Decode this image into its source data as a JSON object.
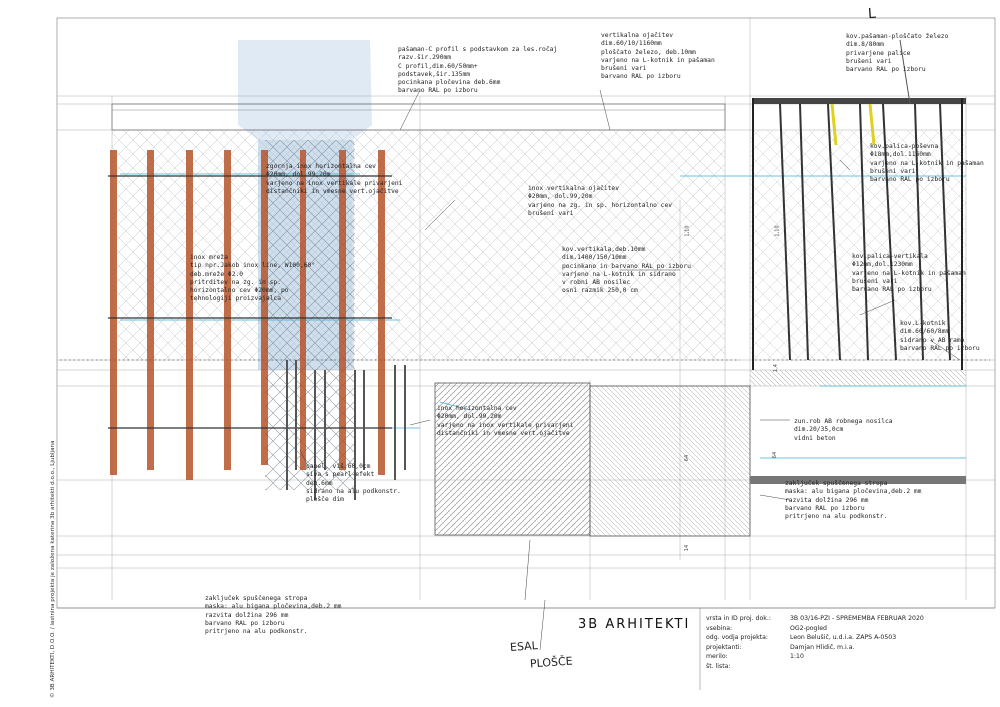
{
  "notes": [
    {
      "id": "pasaman-c-profil",
      "lines": [
        "pašaman-C profil s podstavkom za les.ročaj",
        "razv.šir.290mm",
        "C profil,dim.60/50mm+",
        "podstavek,šir.135mm",
        "pocinkana pločevina deb.6mm",
        "barvano RAL po izboru"
      ]
    },
    {
      "id": "vertikalna-ojacitev",
      "lines": [
        "vertikalna ojačitev",
        "dim.60/10/1160mm",
        "ploščato železo, deb.10mm",
        "varjeno na L-kotnik in pašaman",
        "brušeni vari",
        "barvano RAL po izboru"
      ]
    },
    {
      "id": "kov-pasaman-plosc",
      "lines": [
        "kov.pašaman-ploščato železo",
        "dim.8/80mm",
        "privarjene palice",
        "brušeni vari",
        "barvano RAL po izboru"
      ]
    },
    {
      "id": "zgornja-inox-cev",
      "lines": [
        "zgornja inox horizontalna cev",
        "Φ20mm, dol.99,20m",
        "varjeno na inox vertikale privarjeni",
        "distančniki in vmesne vert.ojačitve"
      ]
    },
    {
      "id": "inox-vert-ojacitev",
      "lines": [
        "inox vertikalna ojačitev",
        "Φ20mm, dol.99,20m",
        "varjeno na zg. in sp. horizontalno cev",
        "brušeni vari"
      ]
    },
    {
      "id": "kov-palica-posevna",
      "lines": [
        "kov.palica-poševna",
        "Φ18mm,dol.1160mm",
        "varjeno na L-kotnik in pašaman",
        "brušeni vari",
        "barvano RAL po izboru"
      ]
    },
    {
      "id": "inox-mreza",
      "lines": [
        "inox mreža",
        "tip npr.Jakob inox line, W100,60°",
        "deb.mreže Φ2.0",
        "pritrditev na zg. in sp.",
        "horizontalno cev Φ20mm, po",
        "tehnologiji proizvajalca"
      ]
    },
    {
      "id": "kov-vertikala",
      "lines": [
        "kov.vertikala,deb.10mm",
        "dim.1400/150/10mm",
        "pocinkano in barvano RAL po izboru",
        "varjeno na L-kotnik in sidrano",
        "v robni AB nosilec",
        "osni razmik 250,0 cm"
      ]
    },
    {
      "id": "kov-palica-vertikala",
      "lines": [
        "kov.palica-vertikala",
        "Φ12mm,dol.1230mm",
        "varjeno na L-kotnik in pašaman",
        "brušeni vari",
        "barvano RAL po izboru"
      ]
    },
    {
      "id": "kov-l-kotnik",
      "lines": [
        "kov.L-kotnik",
        "dim.60/60/8mm",
        "sidrano v AB ramo",
        "barvano RAL po izboru"
      ]
    },
    {
      "id": "inox-horiz-cev",
      "lines": [
        "inox horizontalna cev",
        "Φ20mm, dol.99,20m",
        "varjeno na inox vertikale privarjeni",
        "distančniki in vmesne vert.ojačitve"
      ]
    },
    {
      "id": "zun-rob-ab",
      "lines": [
        "zun.rob AB robnega nosilca",
        "dim.20/35,0cm",
        "vidni beton"
      ]
    },
    {
      "id": "panel",
      "lines": [
        "panel, viš.60,0cm",
        "siva s pearl-efekt",
        "deb.6mm",
        "sidrano na alu podkonstr.",
        "plošče dim"
      ]
    },
    {
      "id": "zakljucek-desno",
      "lines": [
        "zaključek spuščenega stropa",
        "maska: alu bigana pločevina,deb.2 mm",
        "razvita dolžina 296 mm",
        "barvano RAL po izboru",
        "pritrjeno na alu podkonstr."
      ]
    },
    {
      "id": "zakljucek-spodaj",
      "lines": [
        "zaključek spuščenega stropa",
        "maska: alu bigana pločevina,deb.2 mm",
        "razvita dolžina 296 mm",
        "barvano RAL po izboru",
        "pritrjeno na alu podkonstr."
      ]
    }
  ],
  "title_block": {
    "firm": "3B ARHITEKTI",
    "labels": [
      "vrsta in ID proj. dok.:",
      "vsebina:",
      "odg. vodja projekta:",
      "projektanti:",
      "merilo:",
      "št. lista:"
    ],
    "values": [
      "3B 03/16-PZI - SPREMEMBA FEBRUAR 2020",
      "OG2-pogled",
      "Leon Belušič, u.d.i.a. ZAPS A-0503",
      "Damjan Hlidič, m.i.a.",
      "1:10",
      ""
    ]
  },
  "handwriting": [
    "ESAL",
    "PLOŠČE"
  ],
  "sheet_mark": "L",
  "copyright": "© 3B ARHITEKTI, D.O.O. / lastnina projekta je založena katerina 3b arhitekti d.o.o., Ljubljana",
  "dimensions": [
    "1,10",
    "1,10",
    "64",
    "64",
    "1,4",
    "14"
  ],
  "colors": {
    "rust": "#b5542a",
    "yellow": "#e0d020",
    "cyan": "#3bb3d6",
    "pencil": "#555555",
    "column": "#d7e6f2"
  }
}
